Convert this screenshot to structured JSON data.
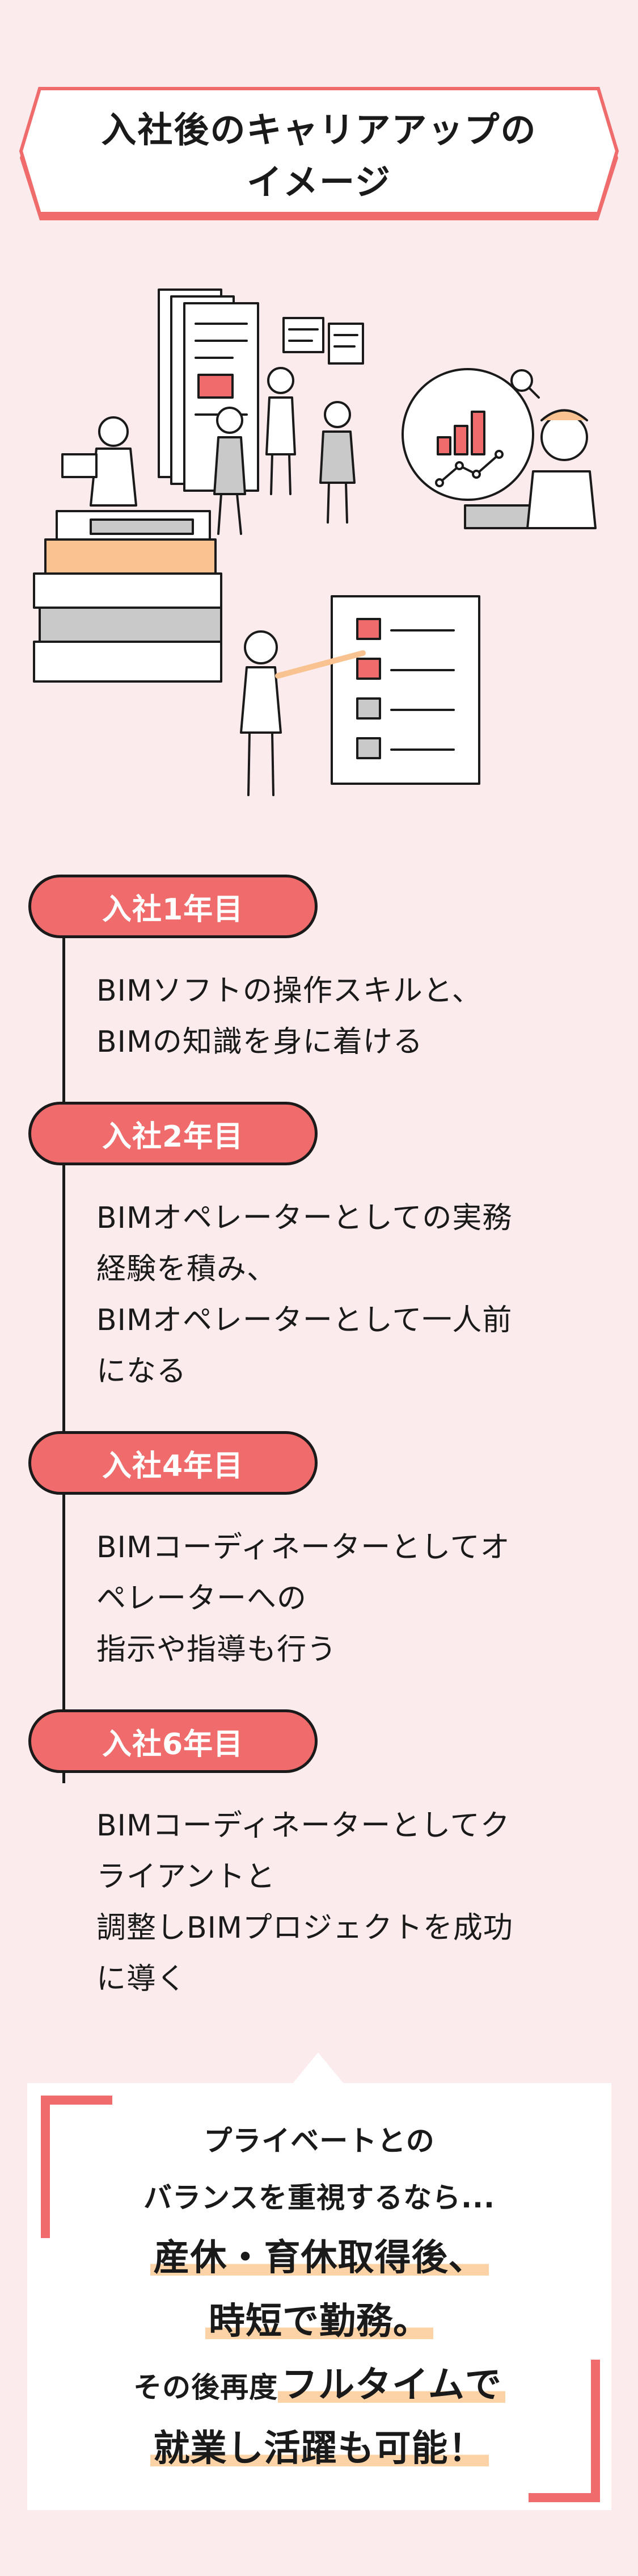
{
  "title": {
    "lines": [
      "入社後のキャリアアップの",
      "イメージ"
    ]
  },
  "colors": {
    "background": "#fcebec",
    "accent": "#f06b6b",
    "highlight": "#fbd3a6",
    "ink": "#1a1a1a"
  },
  "illustration": {
    "icons": [
      "books-icon",
      "reading-person-icon",
      "documents-icon",
      "presenting-people-icon",
      "chart-analysis-icon",
      "laptop-person-icon",
      "checklist-icon",
      "pencil-person-icon"
    ]
  },
  "timeline": [
    {
      "label": "入社1年目",
      "lines": [
        "BIMソフトの操作スキルと、",
        "BIMの知識を身に着ける"
      ]
    },
    {
      "label": "入社2年目",
      "lines": [
        "BIMオペレーターとしての実務",
        "経験を積み、",
        "BIMオペレーターとして一人前",
        "になる"
      ]
    },
    {
      "label": "入社4年目",
      "lines": [
        "BIMコーディネーターとしてオ",
        "ペレーターへの",
        "指示や指導も行う"
      ]
    },
    {
      "label": "入社6年目",
      "lines": [
        "BIMコーディネーターとしてク",
        "ライアントと",
        "調整しBIMプロジェクトを成功",
        "に導く"
      ]
    }
  ],
  "card": {
    "line1": "プライベートとの",
    "line2": "バランスを重視するなら...",
    "line3": "産休・育休取得後、",
    "line4": "時短で勤務。",
    "line5_prefix": "その後再度",
    "line5_emph": "フルタイムで",
    "line6": "就業し活躍も可能！"
  }
}
